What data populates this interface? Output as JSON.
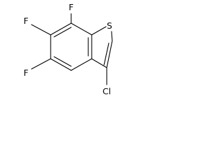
{
  "molecule": {
    "atoms": {
      "F_top": "F",
      "F_mid": "F",
      "F_low": "F",
      "S": "S",
      "Cl": "Cl"
    },
    "colors": {
      "bond": "#000000",
      "label": "#000000",
      "background": "#ffffff"
    }
  }
}
